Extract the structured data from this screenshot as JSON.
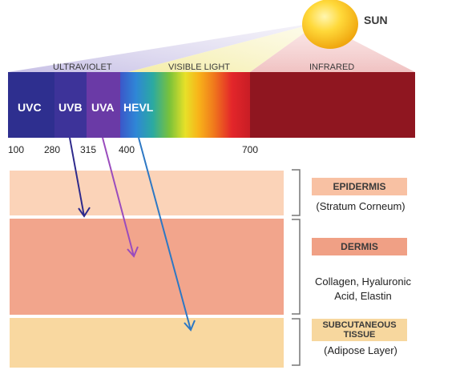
{
  "sun": {
    "label": "SUN"
  },
  "spectrum": {
    "regions": {
      "ultraviolet": "ULTRAVIOLET",
      "visible": "VISIBLE LIGHT",
      "infrared": "INFRARED"
    },
    "bands": {
      "uvc": "UVC",
      "uvb": "UVB",
      "uva": "UVA",
      "hevl": "HEVL"
    },
    "ticks": {
      "t100": "100",
      "t280": "280",
      "t315": "315",
      "t400": "400",
      "t700": "700"
    }
  },
  "layers": {
    "epidermis": {
      "title": "EPIDERMIS",
      "desc": "(Stratum Corneum)"
    },
    "dermis": {
      "title": "DERMIS",
      "desc": "Collagen, Hyaluronic Acid, Elastin"
    },
    "subcutaneous": {
      "title": "SUBCUTANEOUS TISSUE",
      "desc": "(Adipose Layer)"
    }
  },
  "colors": {
    "uvc": "#2e2f8f",
    "uvb": "#3d3399",
    "uva": "#7a3fb0",
    "hevl": "#3b57c9",
    "infrared": "#8f1620",
    "epidermis": "#fbd3b8",
    "dermis": "#f2a58c",
    "subcutaneous": "#f9d8a0",
    "sun": "#f7c21a"
  }
}
